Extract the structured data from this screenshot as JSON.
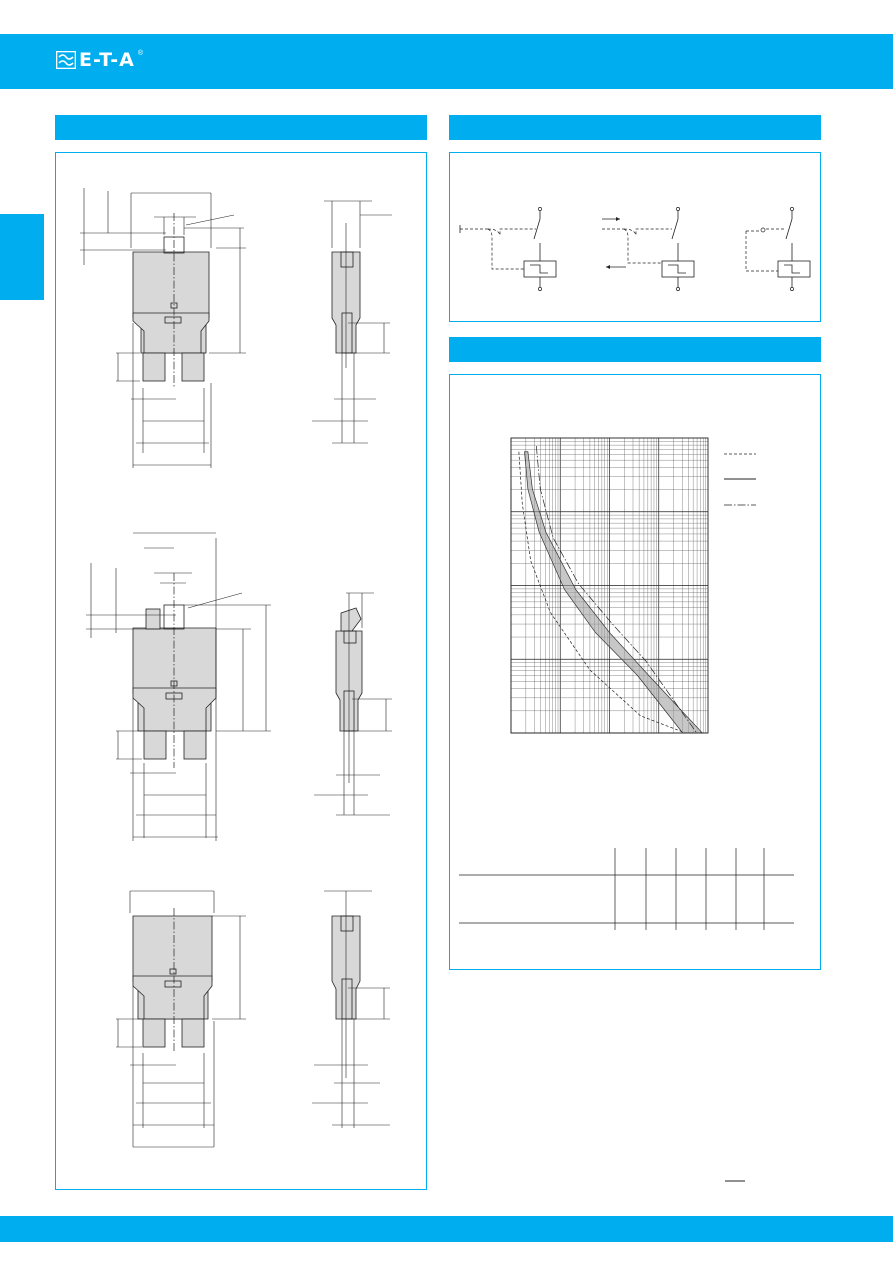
{
  "brand": {
    "name": "E-T-A",
    "reg": "®",
    "color": "#00aeef"
  },
  "chart_data": {
    "type": "line",
    "title": "",
    "xlabel": "",
    "ylabel": "",
    "x_scale": "log",
    "y_scale": "log",
    "grid": true,
    "x_decades": 4,
    "y_decades": 4,
    "series": [
      {
        "style": "dashed",
        "x": [
          0.14,
          0.2,
          0.35,
          0.7,
          1.4,
          2.3,
          3.1
        ],
        "y": [
          0.98,
          0.8,
          0.6,
          0.42,
          0.22,
          0.06,
          0.0
        ]
      },
      {
        "style": "band",
        "x_left": [
          0.24,
          0.3,
          0.5,
          0.95,
          1.5,
          2.25,
          3.05
        ],
        "x_right": [
          0.3,
          0.38,
          0.62,
          1.15,
          1.75,
          2.45,
          3.4
        ],
        "y": [
          0.98,
          0.85,
          0.7,
          0.5,
          0.35,
          0.2,
          0.0
        ]
      },
      {
        "style": "dashdot",
        "x": [
          0.45,
          0.52,
          0.75,
          1.2,
          1.8,
          2.4,
          3.3
        ],
        "y": [
          1.0,
          0.85,
          0.68,
          0.52,
          0.38,
          0.25,
          0.0
        ]
      }
    ]
  }
}
